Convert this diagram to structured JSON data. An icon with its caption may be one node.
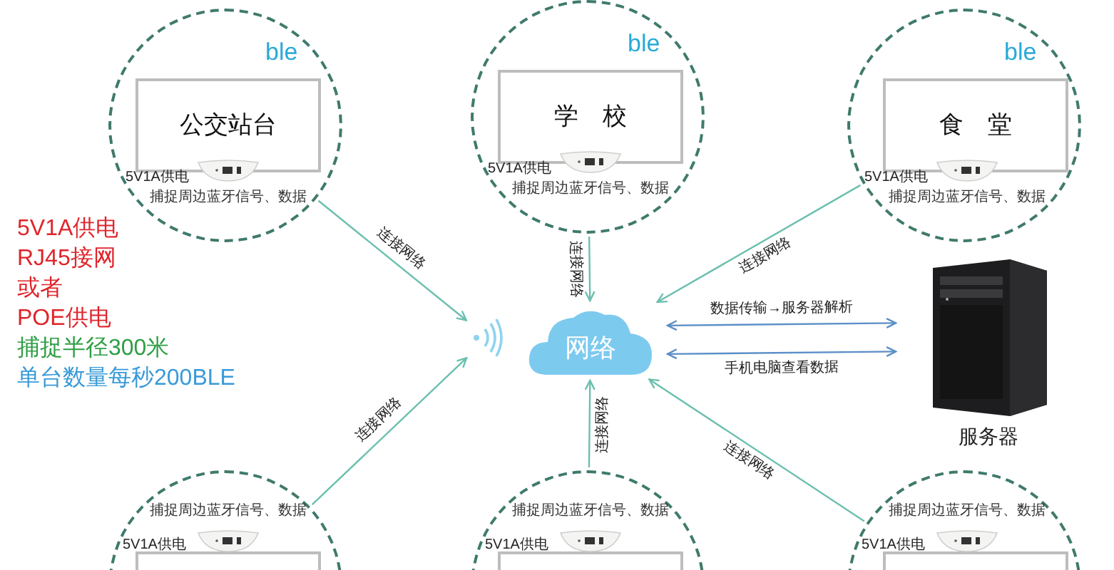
{
  "diagram": {
    "nodes": [
      {
        "text": [
          "ble",
          "5V1A供电",
          "捕捉周边蓝牙信号、数据"
        ]
      },
      {
        "text": [
          "公交站台"
        ],
        "in": 0
      },
      {
        "text": [
          "ble",
          "5V1A供电",
          "捕捉周边蓝牙信号、数据"
        ]
      },
      {
        "text": [
          "学　校"
        ],
        "in": 2
      },
      {
        "text": [
          "ble",
          "5V1A供电",
          "捕捉周边蓝牙信号、数据"
        ]
      },
      {
        "text": [
          "食　堂"
        ],
        "in": 4
      },
      {
        "text": [],
        "shape": "picture"
      },
      {
        "text": [
          "网络"
        ]
      },
      {
        "text": [],
        "shape": "picture",
        "beside": [
          "服务器"
        ]
      },
      {
        "text": [
          "捕捉周边蓝牙信号、数据",
          "5V1A供电"
        ]
      },
      {
        "text": [],
        "shape": "box",
        "in": 9
      },
      {
        "text": [
          "捕捉周边蓝牙信号、数据",
          "5V1A供电"
        ]
      },
      {
        "text": [],
        "shape": "box",
        "in": 11
      },
      {
        "text": [
          "捕捉周边蓝牙信号、数据",
          "5V1A供电"
        ]
      },
      {
        "text": [],
        "shape": "box",
        "in": 13
      }
    ],
    "edges": [
      {
        "from": 0,
        "to": 6,
        "arrow": "to",
        "label": "连接网络"
      },
      {
        "from": 2,
        "to": 7,
        "arrow": "to",
        "label": "连接网络"
      },
      {
        "from": 4,
        "to": 7,
        "arrow": "to",
        "label": "连接网络"
      },
      {
        "from": 7,
        "to": 8,
        "arrow": "both",
        "label": "数据传输→服务器解析",
        "color": "#5b8fc8"
      },
      {
        "from": 7,
        "to": 8,
        "arrow": "both",
        "label": "手机电脑查看数据",
        "color": "#5b8fc8"
      },
      {
        "from": 9,
        "to": 6,
        "arrow": "to",
        "label": "连接网络"
      },
      {
        "from": 11,
        "to": 7,
        "arrow": "to",
        "label": "连接网络"
      },
      {
        "from": 13,
        "to": 7,
        "arrow": "to",
        "label": "连接网络"
      }
    ],
    "labels": [
      "5V1A供电",
      "RJ45接网",
      "或者",
      "POE供电",
      "捕捉半径300米",
      "单台数量每秒200BLE"
    ]
  }
}
